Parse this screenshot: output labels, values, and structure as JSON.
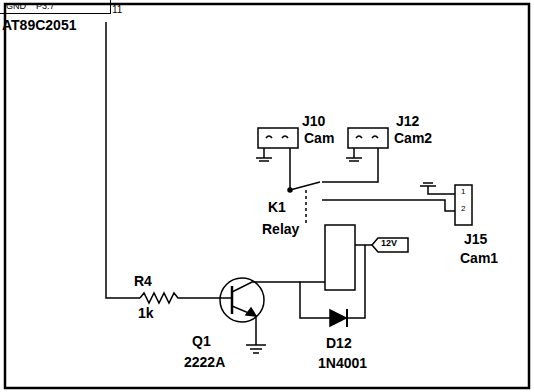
{
  "diagram": {
    "nodes": [
      {
        "text": [
          "GND",
          "P3.7",
          "AT89C2051"
        ]
      }
    ],
    "labels": [
      "11",
      "J10",
      "Cam",
      "J12",
      "Cam2",
      "K1",
      "Relay",
      "12V",
      "1",
      "2",
      "J15",
      "Cam1",
      "R4",
      "1k",
      "Q1",
      "2222A",
      "D12",
      "1N4001"
    ]
  }
}
